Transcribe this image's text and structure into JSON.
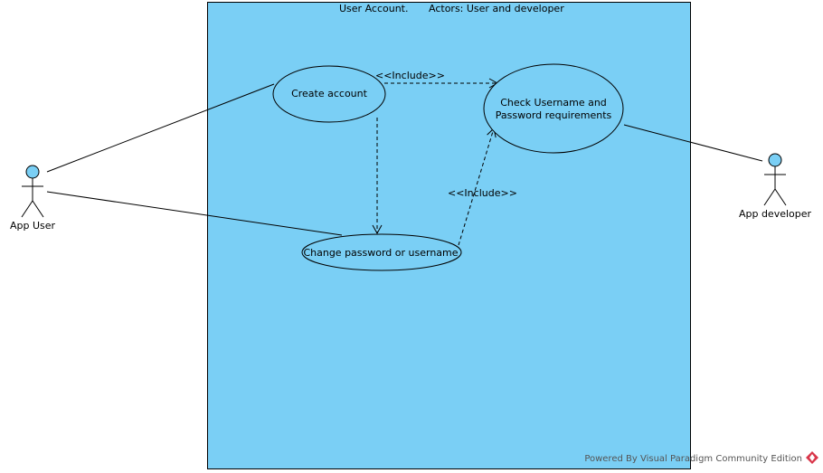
{
  "diagram": {
    "system_boundary": {
      "title": "User Account.",
      "actors_note": "Actors: User and developer"
    },
    "use_cases": {
      "create_account": "Create account",
      "check_requirements_line1": "Check Username and",
      "check_requirements_line2": "Password requirements",
      "change_credentials": "Change password or username"
    },
    "actors": {
      "app_user": "App User",
      "app_developer": "App developer"
    },
    "relationships": {
      "include_top": "<<Include>>",
      "include_bottom": "<<Include>>"
    },
    "footer": {
      "powered_by": "Powered By Visual Paradigm Community Edition"
    }
  },
  "colors": {
    "system_fill": "#7acff5",
    "usecase_fill": "#7acff5",
    "actor_head_fill": "#7acff5",
    "stroke": "#000000",
    "footer_text": "#555555",
    "footer_logo": "#d9364a"
  },
  "icons": {
    "footer_logo": "visual-paradigm-logo-icon"
  }
}
